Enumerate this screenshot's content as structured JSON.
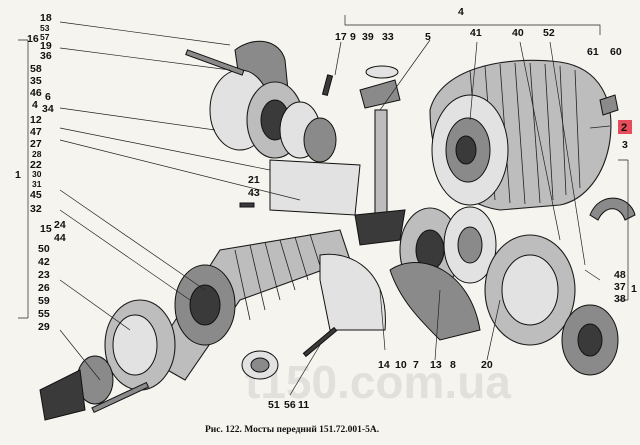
{
  "caption": "Рис. 122. Мосты передний 151.72.001-5А.",
  "watermark": "t150.com.ua",
  "highlight": {
    "label": "2",
    "color": "#e74c5a"
  },
  "labels": {
    "n1_left": "1",
    "n16": "16",
    "n18": "18",
    "n53": "53",
    "n57": "57",
    "n19": "19",
    "n36": "36",
    "n58": "58",
    "n35": "35",
    "n46": "46",
    "n4_left": "4",
    "n6": "6",
    "n34": "34",
    "n12": "12",
    "n47": "47",
    "n27": "27",
    "n28": "28",
    "n22": "22",
    "n30": "30",
    "n31": "31",
    "n45": "45",
    "n32": "32",
    "n15": "15",
    "n24": "24",
    "n44": "44",
    "n50": "50",
    "n42": "42",
    "n23": "23",
    "n26": "26",
    "n59": "59",
    "n55": "55",
    "n29": "29",
    "n17": "17",
    "n9": "9",
    "n39": "39",
    "n33": "33",
    "n5": "5",
    "n4_top": "4",
    "n41": "41",
    "n40": "40",
    "n52": "52",
    "n61": "61",
    "n60": "60",
    "n3": "3",
    "n21": "21",
    "n43": "43",
    "n48": "48",
    "n37": "37",
    "n38": "38",
    "n1_right": "1",
    "n14": "14",
    "n10": "10",
    "n7": "7",
    "n13": "13",
    "n8": "8",
    "n20": "20",
    "n51": "51",
    "n56": "56",
    "n11": "11"
  }
}
